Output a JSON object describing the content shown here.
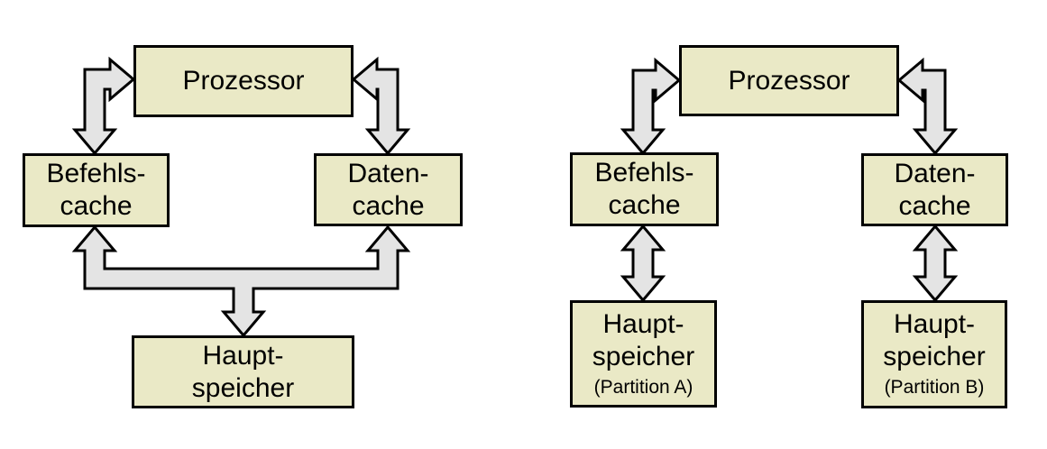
{
  "colors": {
    "box_fill": "#eae9c6",
    "box_border": "#000000",
    "arrow_fill": "#e4e4e4",
    "arrow_outline": "#000000",
    "background": "#ffffff",
    "text": "#000000"
  },
  "left_diagram": {
    "processor_label": "Prozessor",
    "instruction_cache_label": "Befehls-\ncache",
    "data_cache_label": "Daten-\ncache",
    "main_memory_label": "Haupt-\nspeicher"
  },
  "right_diagram": {
    "processor_label": "Prozessor",
    "instruction_cache_label": "Befehls-\ncache",
    "data_cache_label": "Daten-\ncache",
    "main_memory_a_label": "Haupt-\nspeicher",
    "main_memory_a_sublabel": "(Partition A)",
    "main_memory_b_label": "Haupt-\nspeicher",
    "main_memory_b_sublabel": "(Partition B)"
  }
}
